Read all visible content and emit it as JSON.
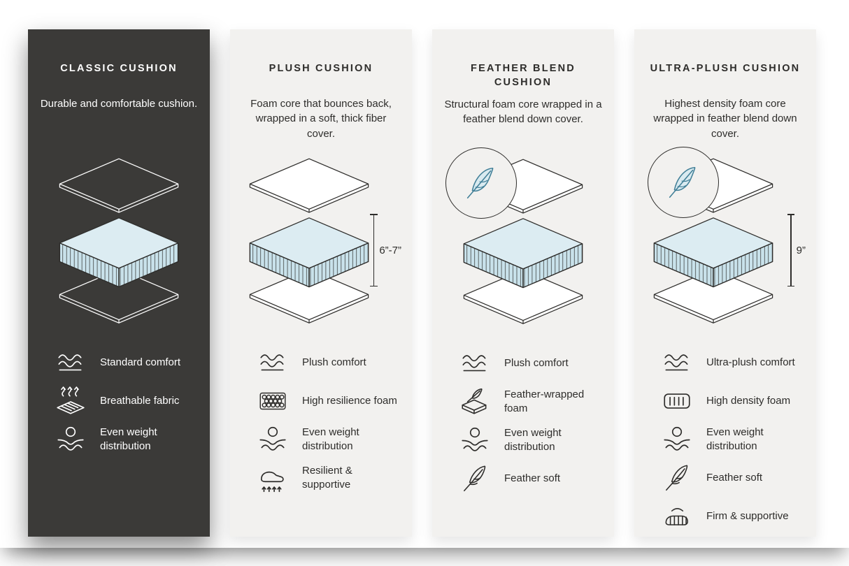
{
  "colors": {
    "panel_dark_bg": "#3b3a38",
    "panel_light_bg": "#f2f1ef",
    "outline_dark": "#2e2d2b",
    "cushion_core_top": "#dcecf2",
    "cushion_core_side": "#c9e2eb",
    "feather_accent": "#417f97",
    "text_on_dark": "#ffffff",
    "text_on_light": "#2e2d2b"
  },
  "panels": [
    {
      "id": "classic-cushion",
      "theme": "dark",
      "title": "CLASSIC CUSHION",
      "description": "Durable and comfortable cushion.",
      "diagram": {
        "illustration": "layered-cushion",
        "feather_badge": false,
        "dimension_label": ""
      },
      "features": [
        {
          "icon": "waves-icon",
          "icon_ref": "#icon-waves",
          "label": "Standard comfort"
        },
        {
          "icon": "breathable-fabric-icon",
          "icon_ref": "#icon-breathable",
          "label": "Breathable fabric"
        },
        {
          "icon": "even-weight-icon",
          "icon_ref": "#icon-even-weight",
          "label": "Even weight distribution"
        }
      ]
    },
    {
      "id": "plush-cushion",
      "theme": "light",
      "title": "PLUSH CUSHION",
      "description": "Foam core that bounces back, wrapped in a soft, thick fiber cover.",
      "diagram": {
        "illustration": "layered-cushion",
        "feather_badge": false,
        "dimension_label": "6”-7”"
      },
      "features": [
        {
          "icon": "waves-icon",
          "icon_ref": "#icon-waves",
          "label": "Plush comfort"
        },
        {
          "icon": "foam-cells-icon",
          "icon_ref": "#icon-foam-cells",
          "label": "High resilience foam"
        },
        {
          "icon": "even-weight-icon",
          "icon_ref": "#icon-even-weight",
          "label": "Even weight distribution"
        },
        {
          "icon": "resilient-support-icon",
          "icon_ref": "#icon-resilient",
          "label": "Resilient & supportive"
        }
      ]
    },
    {
      "id": "feather-blend-cushion",
      "theme": "light",
      "title": "FEATHER BLEND CUSHION",
      "description": "Structural foam core wrapped in a feather blend down cover.",
      "diagram": {
        "illustration": "layered-cushion",
        "feather_badge": true,
        "dimension_label": ""
      },
      "features": [
        {
          "icon": "waves-icon",
          "icon_ref": "#icon-waves",
          "label": "Plush comfort"
        },
        {
          "icon": "feather-wrapped-foam-icon",
          "icon_ref": "#icon-feather-foam",
          "label": "Feather-wrapped foam"
        },
        {
          "icon": "even-weight-icon",
          "icon_ref": "#icon-even-weight",
          "label": "Even weight distribution"
        },
        {
          "icon": "feather-icon",
          "icon_ref": "#icon-feather",
          "label": "Feather soft"
        }
      ]
    },
    {
      "id": "ultra-plush-cushion",
      "theme": "light",
      "title": "ULTRA-PLUSH CUSHION",
      "description": "Highest density foam core wrapped in feather blend down cover.",
      "diagram": {
        "illustration": "layered-cushion",
        "feather_badge": true,
        "dimension_label": "9”"
      },
      "features": [
        {
          "icon": "waves-icon",
          "icon_ref": "#icon-waves",
          "label": "Ultra-plush comfort"
        },
        {
          "icon": "high-density-foam-icon",
          "icon_ref": "#icon-density-foam",
          "label": "High density foam"
        },
        {
          "icon": "even-weight-icon",
          "icon_ref": "#icon-even-weight",
          "label": "Even weight distribution"
        },
        {
          "icon": "feather-icon",
          "icon_ref": "#icon-feather",
          "label": "Feather soft"
        },
        {
          "icon": "firm-support-icon",
          "icon_ref": "#icon-firm",
          "label": "Firm & supportive"
        }
      ]
    }
  ]
}
